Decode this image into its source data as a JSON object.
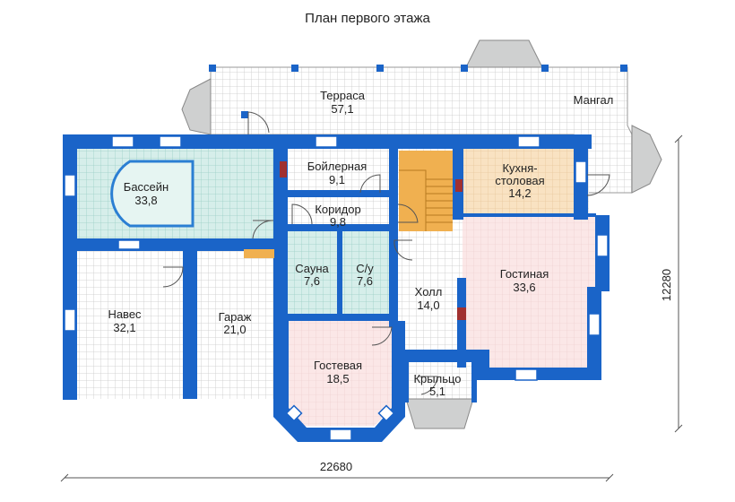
{
  "title": "План первого этажа",
  "rooms": [
    {
      "name": "Терраса",
      "area": "57,1"
    },
    {
      "name": "Мангал",
      "area": ""
    },
    {
      "name": "Бассейн",
      "area": "33,8"
    },
    {
      "name": "Бойлерная",
      "area": "9,1"
    },
    {
      "name": "Коридор",
      "area": "9,8"
    },
    {
      "name": "Кухня-",
      "area": "столовая"
    },
    {
      "name": "Сауна",
      "area": "7,6"
    },
    {
      "name": "С/у",
      "area": "7,6"
    },
    {
      "name": "Гостиная",
      "area": "33,6"
    },
    {
      "name": "Холл",
      "area": "14,0"
    },
    {
      "name": "Навес",
      "area": "32,1"
    },
    {
      "name": "Гараж",
      "area": "21,0"
    },
    {
      "name": "Гостевая",
      "area": "18,5"
    },
    {
      "name": "Крыльцо",
      "area": "5,1"
    }
  ],
  "kitchen_area": "14,2",
  "dimensions": {
    "width": "22680",
    "height": "12280"
  },
  "colors": {
    "wall": "#1a64c8",
    "tile": "#ffffff",
    "pool": "#d6eeea",
    "kitchen": "#f9e2c2",
    "living": "#fbe7e7",
    "stair": "#f0b050",
    "chimney": "#a03030"
  }
}
